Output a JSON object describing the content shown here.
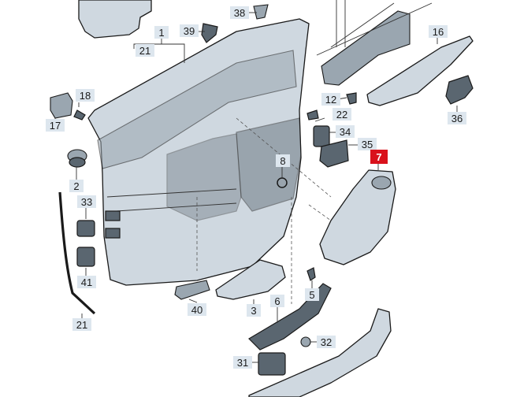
{
  "labels": {
    "l1": "1",
    "l2": "2",
    "l3": "3",
    "l5": "5",
    "l6": "6",
    "l7": "7",
    "l8": "8",
    "l12": "12",
    "l16": "16",
    "l17": "17",
    "l18": "18",
    "l21a": "21",
    "l21b": "21",
    "l22": "22",
    "l31": "31",
    "l32": "32",
    "l33": "33",
    "l34": "34",
    "l35": "35",
    "l36": "36",
    "l38": "38",
    "l39": "39",
    "l40": "40",
    "l41": "41"
  },
  "colors": {
    "highlight": "#d9111b",
    "label_bg": "#dde6ee",
    "part_fill": "#cfd8e0"
  }
}
